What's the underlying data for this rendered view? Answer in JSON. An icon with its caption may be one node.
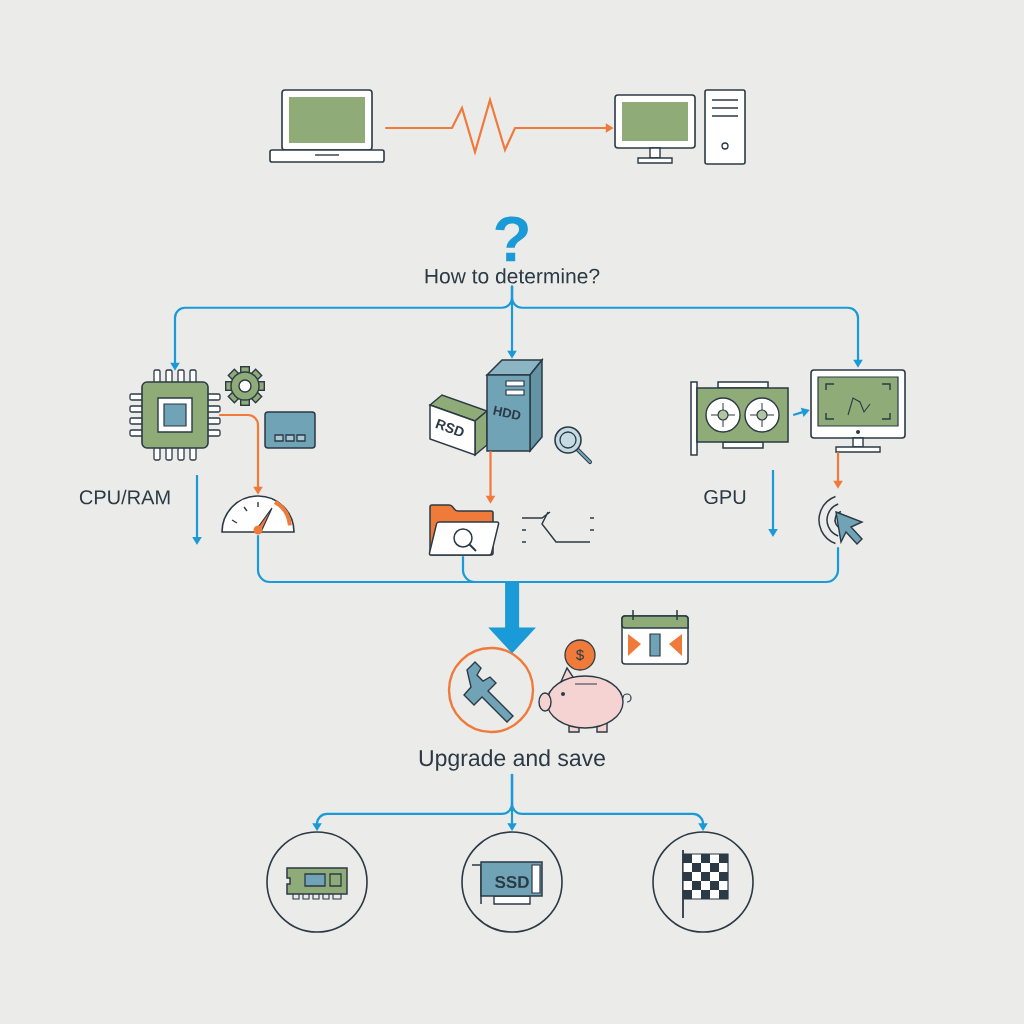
{
  "diagram": {
    "nodes": [
      {
        "text": [],
        "shape": "laptop"
      },
      {
        "text": [],
        "shape": "computer"
      },
      {
        "text": [
          "?",
          "How to determine?"
        ]
      },
      {
        "text": [],
        "shape": "chip"
      },
      {
        "text": [],
        "shape": "gauge"
      },
      {
        "text": [
          "HDD"
        ]
      },
      {
        "text": [],
        "shape": "folder"
      },
      {
        "text": [],
        "shape": "card"
      },
      {
        "text": [],
        "shape": "monitor"
      },
      {
        "text": [],
        "shape": "cursor"
      },
      {
        "text": [],
        "shape": "circle"
      },
      {
        "text": [
          "Upgrade and save"
        ]
      },
      {
        "text": [],
        "shape": "circle"
      },
      {
        "text": [
          "SSD"
        ]
      },
      {
        "text": [],
        "shape": "circle"
      }
    ],
    "edges": [
      {
        "from": 0,
        "to": 1,
        "arrow": "to",
        "color": "#f07a3a"
      },
      {
        "from": 2,
        "to": 3,
        "arrow": "to"
      },
      {
        "from": 2,
        "to": 5,
        "arrow": "to"
      },
      {
        "from": 2,
        "to": 8,
        "arrow": "to"
      },
      {
        "from": 3,
        "to": 4,
        "arrow": "to",
        "color": "#f07a3a"
      },
      {
        "from": 5,
        "to": 6,
        "arrow": "to",
        "color": "#f07a3a"
      },
      {
        "from": 7,
        "to": 8,
        "arrow": "to"
      },
      {
        "from": 8,
        "to": 9,
        "arrow": "to",
        "color": "#f07a3a"
      },
      {
        "from": 4,
        "to": 10,
        "arrow": "to"
      },
      {
        "from": 6,
        "to": 10,
        "arrow": "to"
      },
      {
        "from": 9,
        "to": 10,
        "arrow": "to"
      },
      {
        "from": 11,
        "to": 12,
        "arrow": "to"
      },
      {
        "from": 11,
        "to": 13,
        "arrow": "to"
      },
      {
        "from": 11,
        "to": 14,
        "arrow": "to"
      }
    ],
    "labels": [
      "CPU/RAM",
      "RSD",
      "$",
      "GPU"
    ]
  }
}
